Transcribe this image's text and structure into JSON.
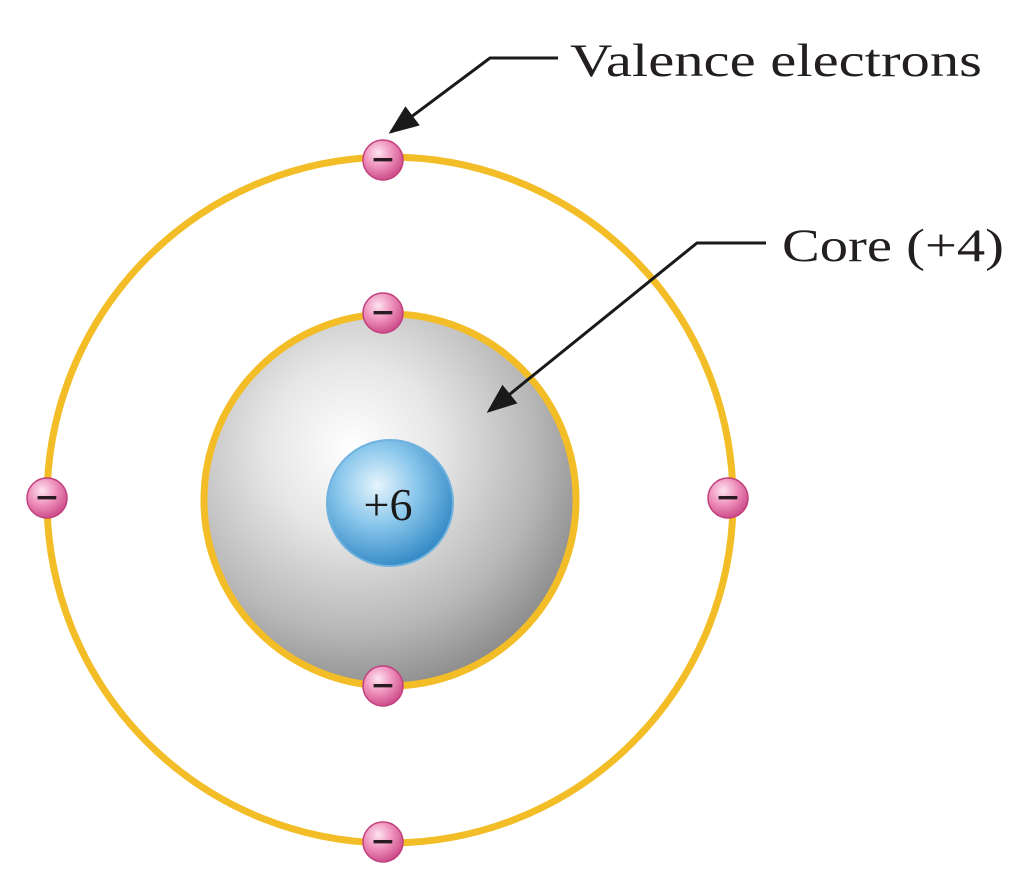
{
  "labels": {
    "valence": "Valence electrons",
    "core": "Core (+4)"
  },
  "nucleus": {
    "charge": "+6"
  },
  "electron_count": 6,
  "electron_symbol": "−",
  "colors": {
    "orbit": "#f3bd27",
    "electron": "#e26aa3",
    "nucleus": "#4aa3d8",
    "core": "#b5b5b5",
    "arrow": "#1a1a1a"
  }
}
